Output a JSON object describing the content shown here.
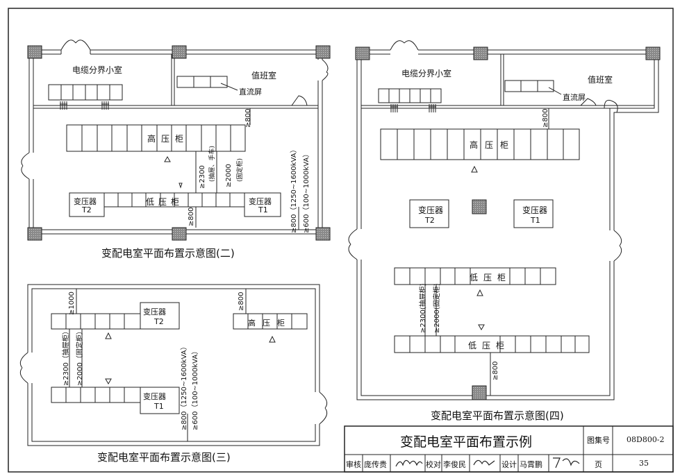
{
  "plans": {
    "two": {
      "caption": "变配电室平面布置示意图(二)",
      "cable_room": "电缆分界小室",
      "duty_room": "值班室",
      "dc_panel": "直流屏",
      "hv": [
        "高",
        "压",
        "柜"
      ],
      "lv": [
        "低",
        "压",
        "柜"
      ],
      "t2": [
        "变压器",
        "T2"
      ],
      "t1": [
        "变压器",
        "T1"
      ],
      "dim_800_top": "≥800",
      "dim_2300": "≥2300",
      "dim_2300_note": "(抽屉、手车)",
      "dim_2000": "≥2000",
      "dim_2000_note": "(固定柜)",
      "dim_800_bot": "≥800",
      "dim_800_right": "≥800（1250~1600kVA）",
      "dim_600_right": "≥600（100~1000kVA）"
    },
    "three": {
      "caption": "变配电室平面布置示意图(三)",
      "hv": [
        "高",
        "压",
        "柜"
      ],
      "t2": [
        "变压器",
        "T2"
      ],
      "t1": [
        "变压器",
        "T1"
      ],
      "dim_1000": "≥1000",
      "dim_800_hv": "≥800",
      "dim_2300": "≥2300（抽屉柜）",
      "dim_2000": "≥2000（固定柜）",
      "dim_800_bot": "≥800（1250~1600kVA）",
      "dim_600_bot": "≥600（100~1000kVA）"
    },
    "four": {
      "caption": "变配电室平面布置示意图(四)",
      "cable_room": "电缆分界小室",
      "duty_room": "值班室",
      "dc_panel": "直流屏",
      "hv": [
        "高",
        "压",
        "柜"
      ],
      "lv": [
        "低",
        "压",
        "柜"
      ],
      "t2": [
        "变压器",
        "T2"
      ],
      "t1": [
        "变压器",
        "T1"
      ],
      "dim_800_top": "≥800",
      "dim_2300": "≥2300(抽屉柜)",
      "dim_2000": "≥2000(固定柜)",
      "dim_800_bot": "≥800"
    }
  },
  "title_block": {
    "title": "变配电室平面布置示例",
    "atlas_label": "图集号",
    "atlas_no": "08D800-2",
    "review_label": "审核",
    "reviewer": "庞传贵",
    "check_label": "校对",
    "checker": "李俊民",
    "design_label": "设计",
    "designer": "马霄鹏",
    "page_label": "页",
    "page_no": "35"
  }
}
